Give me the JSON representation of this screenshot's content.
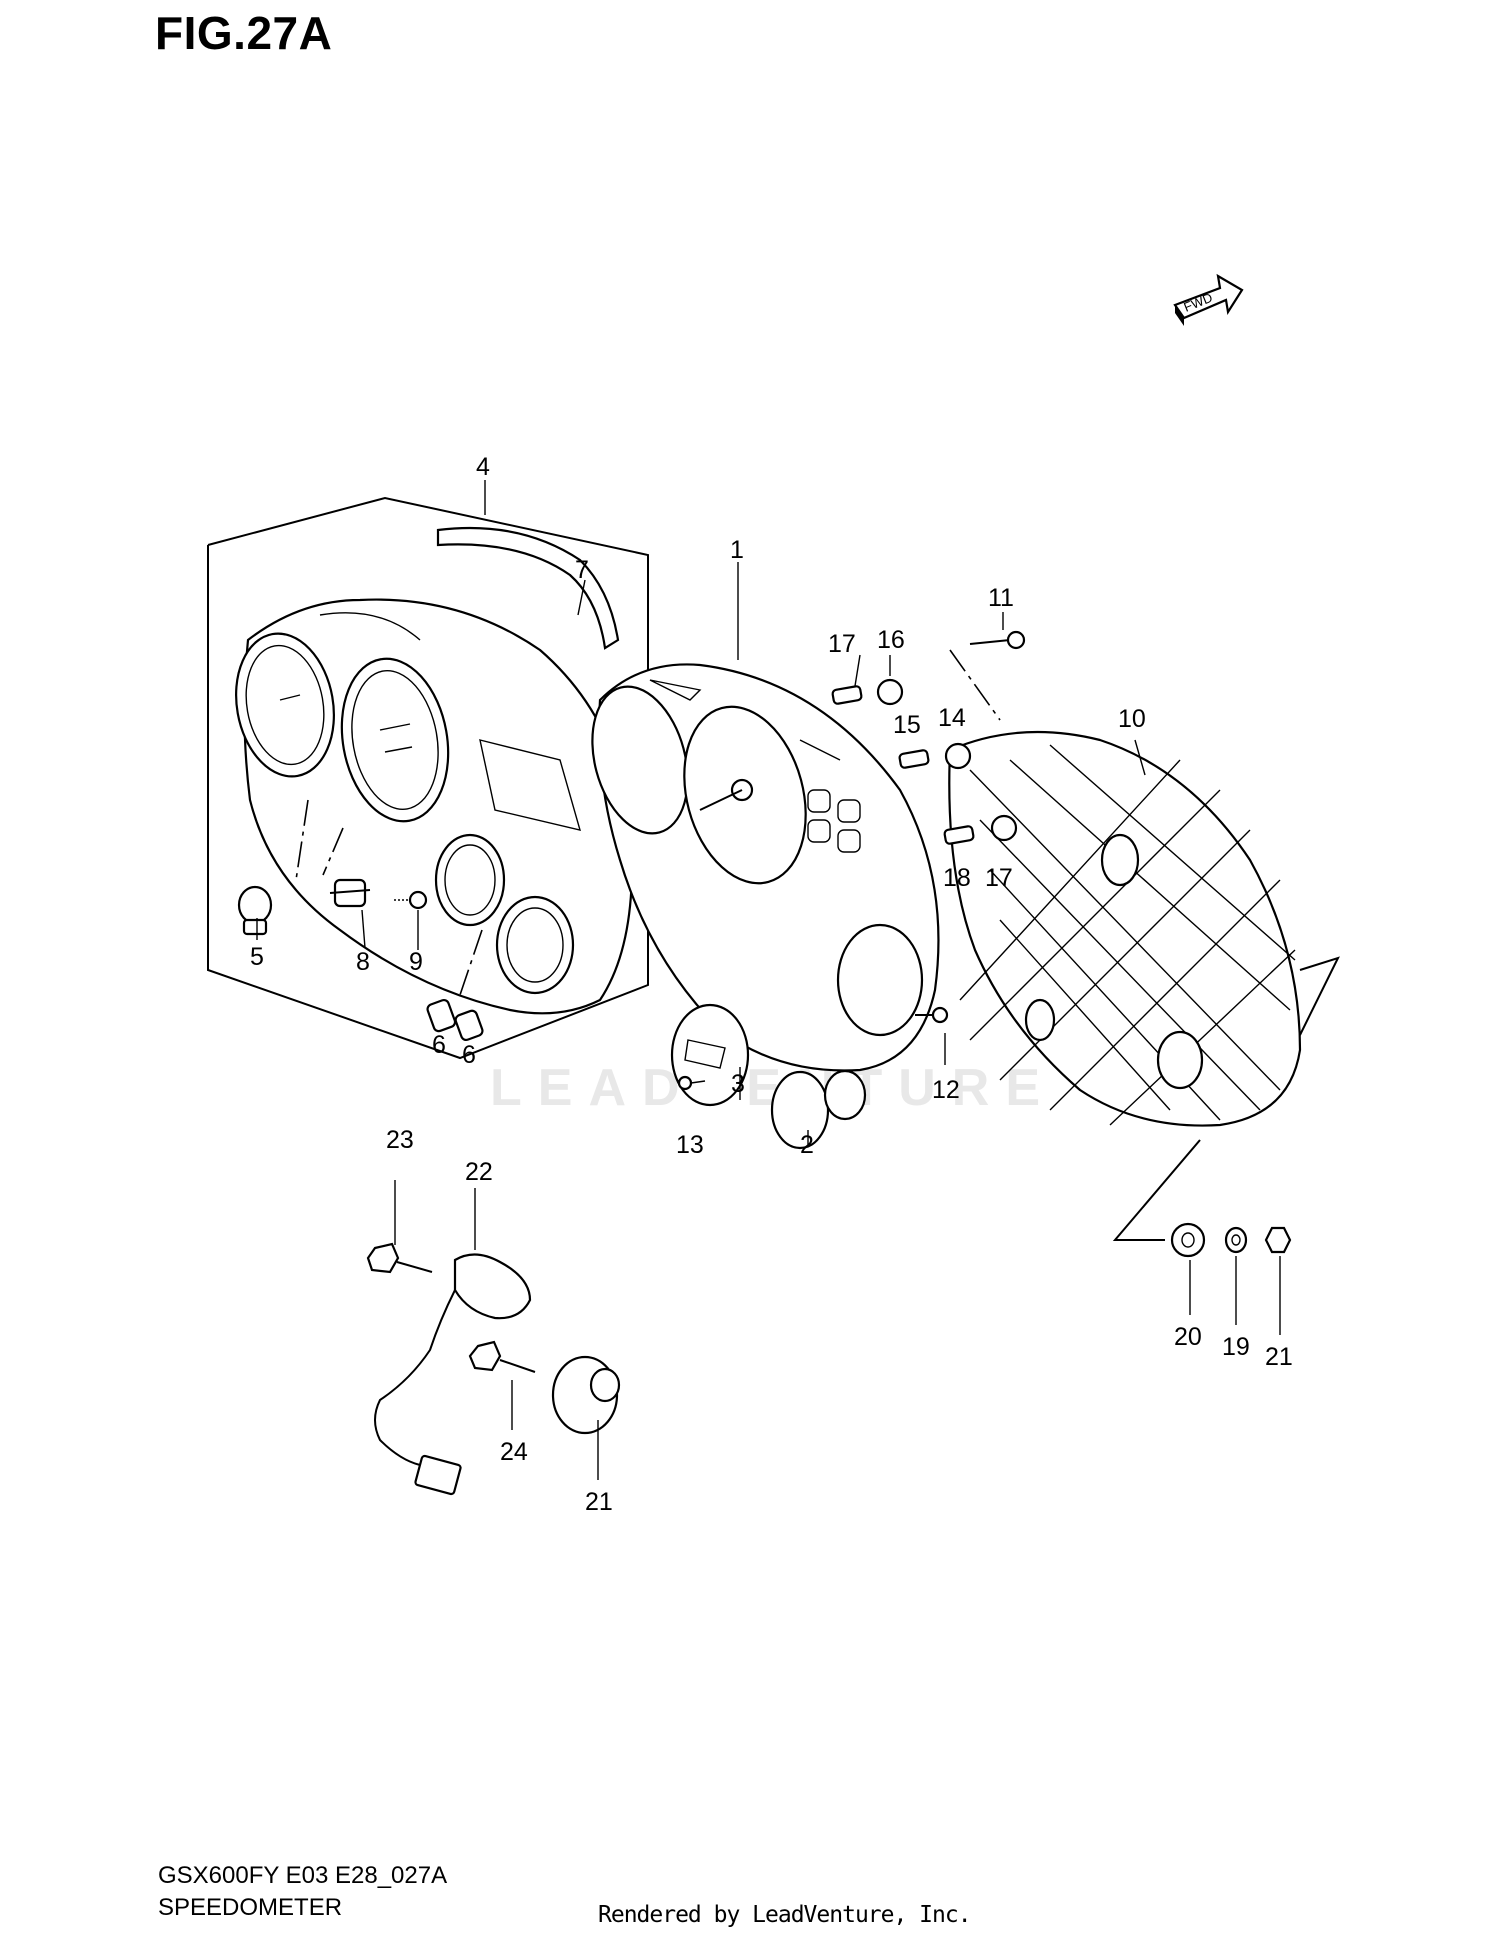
{
  "figure": {
    "title": "FIG.27A",
    "model_code": "GSX600FY E03 E28_027A",
    "section_name": "SPEEDOMETER",
    "rendered_by": "Rendered by LeadVenture, Inc.",
    "watermark": "LEADVENTURE",
    "fwd_label": "FWD"
  },
  "callouts": [
    {
      "id": "c1",
      "label": "1"
    },
    {
      "id": "c2",
      "label": "2"
    },
    {
      "id": "c3",
      "label": "3"
    },
    {
      "id": "c4",
      "label": "4"
    },
    {
      "id": "c5",
      "label": "5"
    },
    {
      "id": "c6a",
      "label": "6"
    },
    {
      "id": "c6b",
      "label": "6"
    },
    {
      "id": "c7",
      "label": "7"
    },
    {
      "id": "c8",
      "label": "8"
    },
    {
      "id": "c9",
      "label": "9"
    },
    {
      "id": "c10",
      "label": "10"
    },
    {
      "id": "c11",
      "label": "11"
    },
    {
      "id": "c12",
      "label": "12"
    },
    {
      "id": "c13",
      "label": "13"
    },
    {
      "id": "c14",
      "label": "14"
    },
    {
      "id": "c15",
      "label": "15"
    },
    {
      "id": "c16a",
      "label": "16"
    },
    {
      "id": "c16b",
      "label": "16"
    },
    {
      "id": "c17a",
      "label": "17"
    },
    {
      "id": "c17b",
      "label": "17"
    },
    {
      "id": "c18",
      "label": "18"
    },
    {
      "id": "c19",
      "label": "19"
    },
    {
      "id": "c20",
      "label": "20"
    },
    {
      "id": "c21",
      "label": "21"
    },
    {
      "id": "c22",
      "label": "22"
    },
    {
      "id": "c23",
      "label": "23"
    },
    {
      "id": "c24",
      "label": "24"
    }
  ]
}
